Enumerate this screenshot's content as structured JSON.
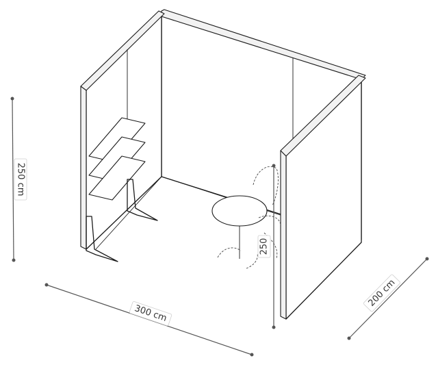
{
  "dimensions": {
    "height_label": "250 cm",
    "width_label": "300 cm",
    "depth_label": "200 cm",
    "inner_height_label": "250"
  },
  "colors": {
    "line": "#1a1a1a",
    "dimension": "#555555",
    "background": "#ffffff"
  }
}
